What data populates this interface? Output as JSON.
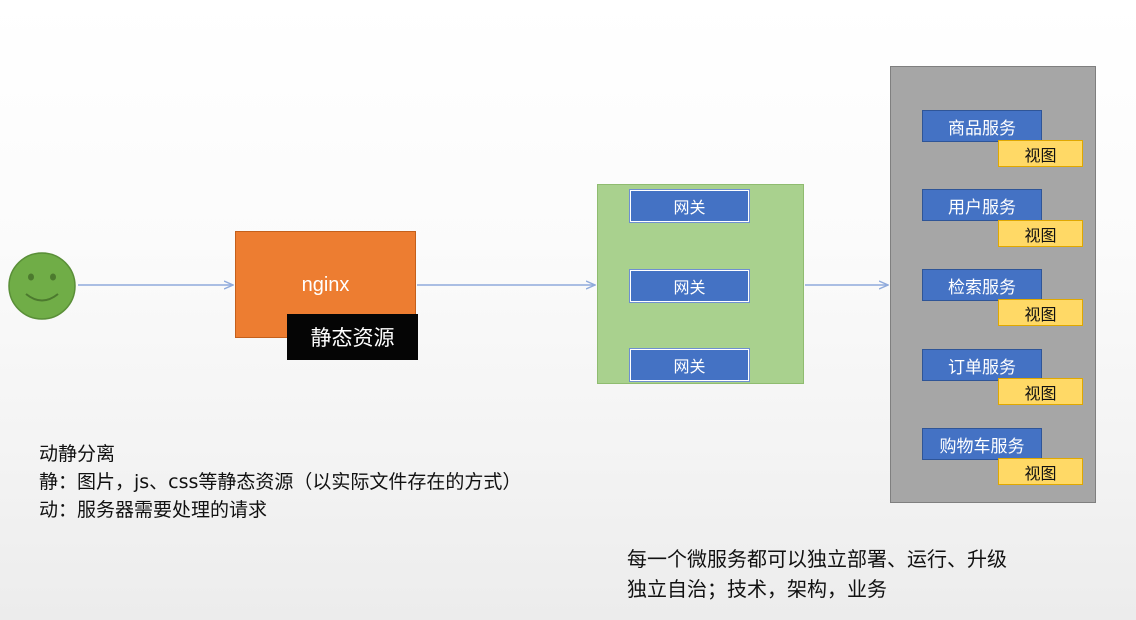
{
  "nginx": {
    "label": "nginx",
    "static_label": "静态资源"
  },
  "gateways": [
    "网关",
    "网关",
    "网关"
  ],
  "services": [
    {
      "name": "商品服务",
      "view": "视图"
    },
    {
      "name": "用户服务",
      "view": "视图"
    },
    {
      "name": "检索服务",
      "view": "视图"
    },
    {
      "name": "订单服务",
      "view": "视图"
    },
    {
      "name": "购物车服务",
      "view": "视图"
    }
  ],
  "notes_left": [
    "动静分离",
    "静：图片，js、css等静态资源（以实际文件存在的方式）",
    "动：服务器需要处理的请求"
  ],
  "notes_right": [
    "每一个微服务都可以独立部署、运行、升级",
    "独立自治；技术，架构，业务"
  ],
  "colors": {
    "nginx": "#ed7d31",
    "static": "#050505",
    "gateway_panel": "#a9d18e",
    "gateway": "#4472c4",
    "services_panel": "#a6a6a6",
    "service": "#4472c4",
    "view": "#ffd966",
    "smiley": "#70ad47",
    "arrow": "#8faadc"
  }
}
